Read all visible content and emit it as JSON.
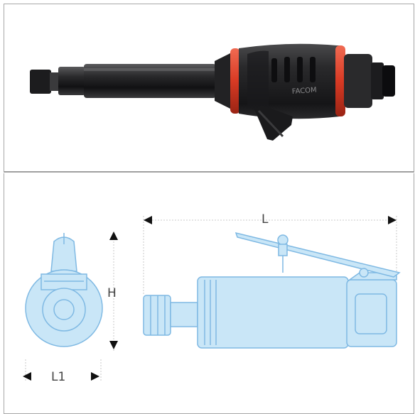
{
  "photo": {
    "brand_text": "FACOM",
    "colors": {
      "body": "#2c2c2e",
      "accent_ring": "#e8432e",
      "shaft": "#1f1f21"
    }
  },
  "drawing": {
    "label_length": "L",
    "label_height": "H",
    "label_width": "L1",
    "colors": {
      "fill": "#c9e6f7",
      "stroke": "#7fb9e3",
      "arrow": "#111111"
    }
  }
}
